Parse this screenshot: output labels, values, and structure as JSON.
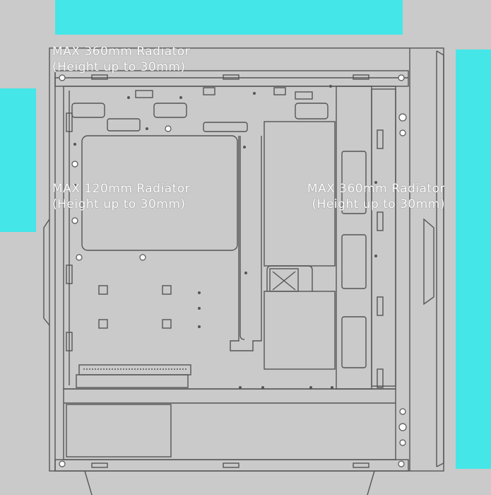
{
  "colors": {
    "accent_highlight": "#44e6e8",
    "background": "#cacaca",
    "line": "#555555",
    "label_text": "#ffffff"
  },
  "labels": {
    "top": {
      "line1": "MAX 360mm Radiator",
      "line2": "(Height up to 30mm)"
    },
    "front": {
      "line1": "MAX 120mm Radiator",
      "line2": "(Height up to 30mm)"
    },
    "side": {
      "line1": "MAX 360mm Radiator",
      "line2": "(Height up to 30mm)"
    }
  }
}
